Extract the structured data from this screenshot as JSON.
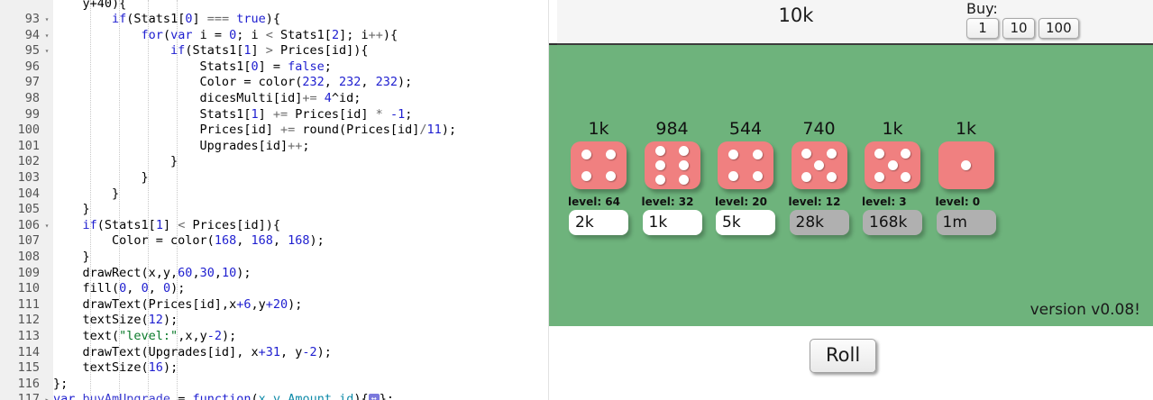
{
  "editor": {
    "first_partial_line": "    y+40){",
    "lines": [
      {
        "num": "93",
        "fold": "▾",
        "indent": 2,
        "tokens": [
          {
            "t": "        ",
            "c": "plain"
          },
          {
            "t": "if",
            "c": "kw"
          },
          {
            "t": "(Stats1[",
            "c": "plain"
          },
          {
            "t": "0",
            "c": "num"
          },
          {
            "t": "] ",
            "c": "plain"
          },
          {
            "t": "===",
            "c": "op"
          },
          {
            "t": " ",
            "c": "plain"
          },
          {
            "t": "true",
            "c": "kw"
          },
          {
            "t": "){",
            "c": "plain"
          }
        ]
      },
      {
        "num": "94",
        "fold": "▾",
        "indent": 3,
        "tokens": [
          {
            "t": "            ",
            "c": "plain"
          },
          {
            "t": "for",
            "c": "kw"
          },
          {
            "t": "(",
            "c": "plain"
          },
          {
            "t": "var",
            "c": "kw"
          },
          {
            "t": " i = ",
            "c": "plain"
          },
          {
            "t": "0",
            "c": "num"
          },
          {
            "t": "; i ",
            "c": "plain"
          },
          {
            "t": "<",
            "c": "op"
          },
          {
            "t": " Stats1[",
            "c": "plain"
          },
          {
            "t": "2",
            "c": "num"
          },
          {
            "t": "]; i",
            "c": "plain"
          },
          {
            "t": "++",
            "c": "op"
          },
          {
            "t": "){",
            "c": "plain"
          }
        ]
      },
      {
        "num": "95",
        "fold": "▾",
        "indent": 4,
        "tokens": [
          {
            "t": "                ",
            "c": "plain"
          },
          {
            "t": "if",
            "c": "kw"
          },
          {
            "t": "(Stats1[",
            "c": "plain"
          },
          {
            "t": "1",
            "c": "num"
          },
          {
            "t": "] ",
            "c": "plain"
          },
          {
            "t": ">",
            "c": "op"
          },
          {
            "t": " Prices[id]){",
            "c": "plain"
          }
        ]
      },
      {
        "num": "96",
        "fold": "",
        "indent": 5,
        "tokens": [
          {
            "t": "                    Stats1[",
            "c": "plain"
          },
          {
            "t": "0",
            "c": "num"
          },
          {
            "t": "] = ",
            "c": "plain"
          },
          {
            "t": "false",
            "c": "kw"
          },
          {
            "t": ";",
            "c": "plain"
          }
        ]
      },
      {
        "num": "97",
        "fold": "",
        "indent": 5,
        "tokens": [
          {
            "t": "                    Color = color(",
            "c": "plain"
          },
          {
            "t": "232",
            "c": "num"
          },
          {
            "t": ", ",
            "c": "plain"
          },
          {
            "t": "232",
            "c": "num"
          },
          {
            "t": ", ",
            "c": "plain"
          },
          {
            "t": "232",
            "c": "num"
          },
          {
            "t": ");",
            "c": "plain"
          }
        ]
      },
      {
        "num": "98",
        "fold": "",
        "indent": 5,
        "tokens": [
          {
            "t": "                    dicesMulti[id]",
            "c": "plain"
          },
          {
            "t": "+=",
            "c": "op"
          },
          {
            "t": " ",
            "c": "plain"
          },
          {
            "t": "4",
            "c": "num"
          },
          {
            "t": "^id;",
            "c": "plain"
          }
        ]
      },
      {
        "num": "99",
        "fold": "",
        "indent": 5,
        "tokens": [
          {
            "t": "                    Stats1[",
            "c": "plain"
          },
          {
            "t": "1",
            "c": "num"
          },
          {
            "t": "] ",
            "c": "plain"
          },
          {
            "t": "+=",
            "c": "op"
          },
          {
            "t": " Prices[id] ",
            "c": "plain"
          },
          {
            "t": "*",
            "c": "op"
          },
          {
            "t": " ",
            "c": "plain"
          },
          {
            "t": "-1",
            "c": "num"
          },
          {
            "t": ";",
            "c": "plain"
          }
        ]
      },
      {
        "num": "100",
        "fold": "",
        "indent": 5,
        "tokens": [
          {
            "t": "                    Prices[id] ",
            "c": "plain"
          },
          {
            "t": "+=",
            "c": "op"
          },
          {
            "t": " round(Prices[id]",
            "c": "plain"
          },
          {
            "t": "/",
            "c": "op"
          },
          {
            "t": "11",
            "c": "num"
          },
          {
            "t": ");",
            "c": "plain"
          }
        ]
      },
      {
        "num": "101",
        "fold": "",
        "indent": 5,
        "tokens": [
          {
            "t": "                    Upgrades[id]",
            "c": "plain"
          },
          {
            "t": "++",
            "c": "op"
          },
          {
            "t": ";",
            "c": "plain"
          }
        ]
      },
      {
        "num": "102",
        "fold": "",
        "indent": 4,
        "tokens": [
          {
            "t": "                }",
            "c": "plain"
          }
        ]
      },
      {
        "num": "103",
        "fold": "",
        "indent": 3,
        "tokens": [
          {
            "t": "            }",
            "c": "plain"
          }
        ]
      },
      {
        "num": "104",
        "fold": "",
        "indent": 2,
        "tokens": [
          {
            "t": "        }",
            "c": "plain"
          }
        ]
      },
      {
        "num": "105",
        "fold": "",
        "indent": 1,
        "tokens": [
          {
            "t": "    }",
            "c": "plain"
          }
        ]
      },
      {
        "num": "106",
        "fold": "▾",
        "indent": 1,
        "tokens": [
          {
            "t": "    ",
            "c": "plain"
          },
          {
            "t": "if",
            "c": "kw"
          },
          {
            "t": "(Stats1[",
            "c": "plain"
          },
          {
            "t": "1",
            "c": "num"
          },
          {
            "t": "] ",
            "c": "plain"
          },
          {
            "t": "<",
            "c": "op"
          },
          {
            "t": " Prices[id]){",
            "c": "plain"
          }
        ]
      },
      {
        "num": "107",
        "fold": "",
        "indent": 2,
        "tokens": [
          {
            "t": "        Color = color(",
            "c": "plain"
          },
          {
            "t": "168",
            "c": "num"
          },
          {
            "t": ", ",
            "c": "plain"
          },
          {
            "t": "168",
            "c": "num"
          },
          {
            "t": ", ",
            "c": "plain"
          },
          {
            "t": "168",
            "c": "num"
          },
          {
            "t": ");",
            "c": "plain"
          }
        ]
      },
      {
        "num": "108",
        "fold": "",
        "indent": 1,
        "tokens": [
          {
            "t": "    }",
            "c": "plain"
          }
        ]
      },
      {
        "num": "109",
        "fold": "",
        "indent": 1,
        "tokens": [
          {
            "t": "    drawRect(x,y,",
            "c": "plain"
          },
          {
            "t": "60",
            "c": "num"
          },
          {
            "t": ",",
            "c": "plain"
          },
          {
            "t": "30",
            "c": "num"
          },
          {
            "t": ",",
            "c": "plain"
          },
          {
            "t": "10",
            "c": "num"
          },
          {
            "t": ");",
            "c": "plain"
          }
        ]
      },
      {
        "num": "110",
        "fold": "",
        "indent": 1,
        "tokens": [
          {
            "t": "    fill(",
            "c": "plain"
          },
          {
            "t": "0",
            "c": "num"
          },
          {
            "t": ", ",
            "c": "plain"
          },
          {
            "t": "0",
            "c": "num"
          },
          {
            "t": ", ",
            "c": "plain"
          },
          {
            "t": "0",
            "c": "num"
          },
          {
            "t": ");",
            "c": "plain"
          }
        ]
      },
      {
        "num": "111",
        "fold": "",
        "indent": 1,
        "tokens": [
          {
            "t": "    drawText(Prices[id],x",
            "c": "plain"
          },
          {
            "t": "+6",
            "c": "num"
          },
          {
            "t": ",y",
            "c": "plain"
          },
          {
            "t": "+20",
            "c": "num"
          },
          {
            "t": ");",
            "c": "plain"
          }
        ]
      },
      {
        "num": "112",
        "fold": "",
        "indent": 1,
        "tokens": [
          {
            "t": "    textSize(",
            "c": "plain"
          },
          {
            "t": "12",
            "c": "num"
          },
          {
            "t": ");",
            "c": "plain"
          }
        ]
      },
      {
        "num": "113",
        "fold": "",
        "indent": 1,
        "tokens": [
          {
            "t": "    text(",
            "c": "plain"
          },
          {
            "t": "\"level:\"",
            "c": "str"
          },
          {
            "t": ",x,y",
            "c": "plain"
          },
          {
            "t": "-2",
            "c": "num"
          },
          {
            "t": ");",
            "c": "plain"
          }
        ]
      },
      {
        "num": "114",
        "fold": "",
        "indent": 1,
        "tokens": [
          {
            "t": "    drawText(Upgrades[id], x",
            "c": "plain"
          },
          {
            "t": "+31",
            "c": "num"
          },
          {
            "t": ", y",
            "c": "plain"
          },
          {
            "t": "-2",
            "c": "num"
          },
          {
            "t": ");",
            "c": "plain"
          }
        ]
      },
      {
        "num": "115",
        "fold": "",
        "indent": 1,
        "tokens": [
          {
            "t": "    textSize(",
            "c": "plain"
          },
          {
            "t": "16",
            "c": "num"
          },
          {
            "t": ");",
            "c": "plain"
          }
        ]
      },
      {
        "num": "116",
        "fold": "",
        "indent": 0,
        "tokens": [
          {
            "t": "};",
            "c": "plain"
          }
        ]
      },
      {
        "num": "117",
        "fold": "▸",
        "indent": 0,
        "tokens": [
          {
            "t": "var",
            "c": "kw"
          },
          {
            "t": " ",
            "c": "plain"
          },
          {
            "t": "buyAmUpgrade",
            "c": "fn"
          },
          {
            "t": " = ",
            "c": "plain"
          },
          {
            "t": "function",
            "c": "kw"
          },
          {
            "t": "(",
            "c": "plain"
          },
          {
            "t": "x",
            "c": "param"
          },
          {
            "t": ",",
            "c": "plain"
          },
          {
            "t": "y",
            "c": "param"
          },
          {
            "t": ",",
            "c": "plain"
          },
          {
            "t": "Amount",
            "c": "param"
          },
          {
            "t": ",",
            "c": "plain"
          },
          {
            "t": "id",
            "c": "param"
          },
          {
            "t": "){",
            "c": "plain"
          },
          {
            "t": "↔",
            "c": "foldbox"
          },
          {
            "t": "};",
            "c": "plain"
          }
        ]
      }
    ]
  },
  "game": {
    "money": "10k",
    "buy_label": "Buy:",
    "buy_amounts": [
      "1",
      "10",
      "100"
    ],
    "version": "version v0.08!",
    "roll_label": "Roll",
    "level_prefix": "level:",
    "dice": [
      {
        "count": "1k",
        "pips": 4,
        "level": "64",
        "price": "2k",
        "affordable": true
      },
      {
        "count": "984",
        "pips": 6,
        "level": "32",
        "price": "1k",
        "affordable": true
      },
      {
        "count": "544",
        "pips": 4,
        "level": "20",
        "price": "5k",
        "affordable": true
      },
      {
        "count": "740",
        "pips": 5,
        "level": "12",
        "price": "28k",
        "affordable": false
      },
      {
        "count": "1k",
        "pips": 5,
        "level": "3",
        "price": "168k",
        "affordable": false
      },
      {
        "count": "1k",
        "pips": 1,
        "level": "0",
        "price": "1m",
        "affordable": false
      }
    ],
    "colors": {
      "canvas_green": "#6eb37c",
      "die_red": "#f08080",
      "pip_white": "#ffffff",
      "price_affordable": "#ffffff",
      "price_expensive": "#b0b0b0"
    }
  }
}
